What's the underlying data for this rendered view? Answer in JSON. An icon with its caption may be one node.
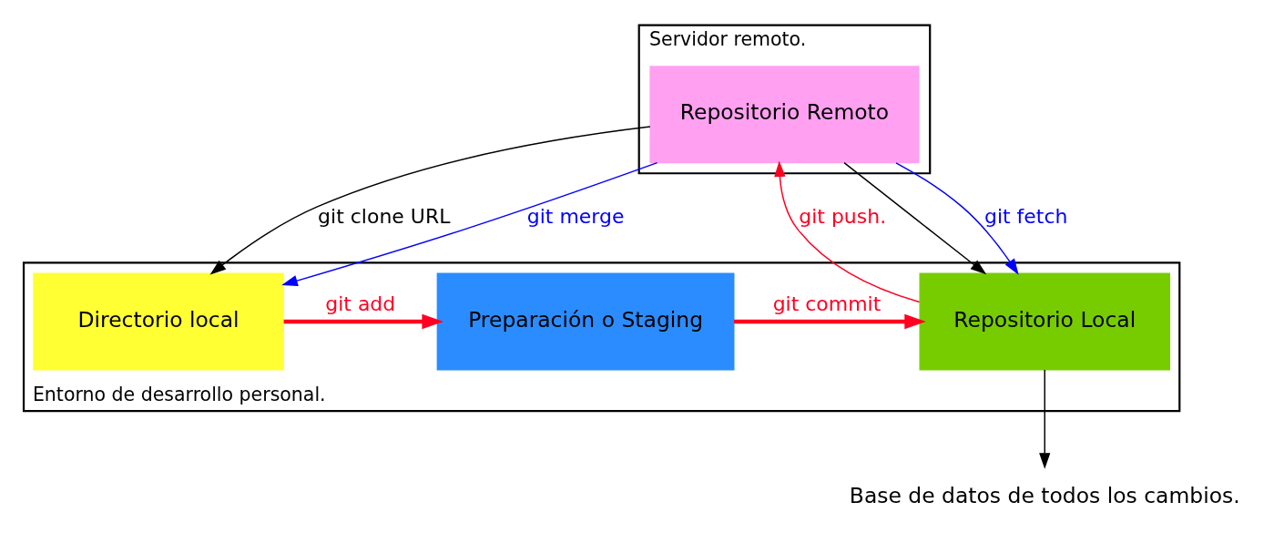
{
  "diagram": {
    "nodes": [
      {
        "text": [
          "Entorno de desarrollo personal."
        ]
      },
      {
        "text": [
          "Directorio local"
        ],
        "in": 0
      },
      {
        "text": [
          "Preparación o Staging"
        ],
        "in": 0
      },
      {
        "text": [
          "Repositorio Local"
        ],
        "in": 0
      },
      {
        "text": [
          "Servidor remoto."
        ]
      },
      {
        "text": [
          "Repositorio Remoto"
        ],
        "in": 4
      },
      {
        "text": [
          "Base de datos de todos los cambios."
        ]
      }
    ],
    "edges": [
      {
        "from": 5,
        "to": 1,
        "arrow": "to",
        "label": "git clone URL"
      },
      {
        "from": 5,
        "to": 3,
        "arrow": "to"
      },
      {
        "from": 5,
        "to": 3,
        "arrow": "to",
        "label": "git fetch",
        "color": "#0000ff"
      },
      {
        "from": 5,
        "to": 1,
        "arrow": "to",
        "label": "git merge",
        "color": "#0000ff"
      },
      {
        "from": 1,
        "to": 2,
        "arrow": "to",
        "label": "git add",
        "color": "#ff0022",
        "style": "thick"
      },
      {
        "from": 2,
        "to": 3,
        "arrow": "to",
        "label": "git commit",
        "color": "#ff0022",
        "style": "thick"
      },
      {
        "from": 3,
        "to": 5,
        "arrow": "to",
        "label": "git push.",
        "color": "#ff0022"
      },
      {
        "from": 3,
        "to": 6,
        "arrow": "to"
      }
    ]
  }
}
